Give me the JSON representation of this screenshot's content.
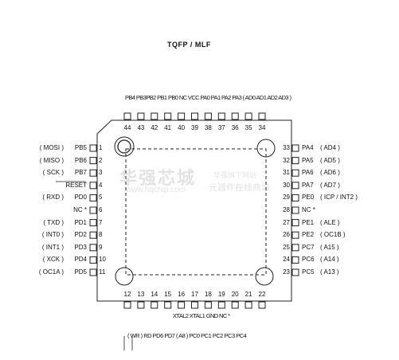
{
  "title": "TQFP / MLF",
  "watermark": {
    "brand_cn": "华强芯城",
    "url": "www.hqchip.com",
    "tagline_1": "华强旗下网站",
    "tagline_2": "元器件在线商城"
  },
  "left_pins": [
    {
      "num": "1",
      "name": "PB5",
      "alt": "( MOSI )"
    },
    {
      "num": "2",
      "name": "PB6",
      "alt": "( MISO )"
    },
    {
      "num": "3",
      "name": "PB7",
      "alt": "( SCK )"
    },
    {
      "num": "4",
      "name": "RESET",
      "alt": ""
    },
    {
      "num": "5",
      "name": "PD0",
      "alt": "( RXD )"
    },
    {
      "num": "6",
      "name": "NC *",
      "alt": ""
    },
    {
      "num": "7",
      "name": "PD1",
      "alt": "( TXD )"
    },
    {
      "num": "8",
      "name": "PD2",
      "alt": "( INT0 )"
    },
    {
      "num": "9",
      "name": "PD3",
      "alt": "( INT1 )"
    },
    {
      "num": "10",
      "name": "PD4",
      "alt": "( XCK )"
    },
    {
      "num": "11",
      "name": "PD5",
      "alt": "( OC1A )"
    }
  ],
  "right_pins": [
    {
      "num": "33",
      "name": "PA4",
      "alt": "( AD4 )"
    },
    {
      "num": "32",
      "name": "PA5",
      "alt": "( AD5 )"
    },
    {
      "num": "31",
      "name": "PA6",
      "alt": "( AD6 )"
    },
    {
      "num": "30",
      "name": "PA7",
      "alt": "( AD7 )"
    },
    {
      "num": "29",
      "name": "PE0",
      "alt": "( ICP / INT2 )"
    },
    {
      "num": "28",
      "name": "NC *",
      "alt": ""
    },
    {
      "num": "27",
      "name": "PE1",
      "alt": "( ALE )"
    },
    {
      "num": "26",
      "name": "PE2",
      "alt": "( OC1B )"
    },
    {
      "num": "25",
      "name": "PC7",
      "alt": "( A15 )"
    },
    {
      "num": "24",
      "name": "PC6",
      "alt": "( A14 )"
    },
    {
      "num": "23",
      "name": "PC5",
      "alt": "( A13 )"
    }
  ],
  "top_pins": [
    "44",
    "43",
    "42",
    "41",
    "40",
    "39",
    "38",
    "37",
    "36",
    "35",
    "34"
  ],
  "bottom_pins": [
    "12",
    "13",
    "14",
    "15",
    "16",
    "17",
    "18",
    "19",
    "20",
    "21",
    "22"
  ],
  "top_label_text": "PB4 PB3PB2 PB1 PB0 NC VCC PA0 PA1 PA2 PA3 ( AD0 AD1 AD2 AD3 )",
  "bottom_label_text": "XTAL2 XTAL1 GND NC *",
  "bottom_row2_text": "( WR ) RD PD6 PD7 ( A8 ) PC0 PC1 PC2 PC3 PC4"
}
